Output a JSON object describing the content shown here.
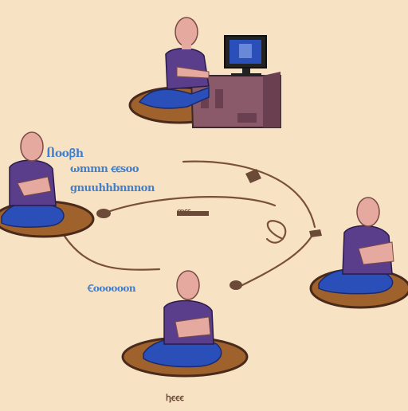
{
  "scene": {
    "background": "#f7e3c4",
    "colors": {
      "skin": "#e6a9a0",
      "robe": "#5a3e8c",
      "pants": "#2a4fb8",
      "mat": "#a0622c",
      "mat_edge": "#4a2a1a",
      "desk": "#8a5a6a",
      "rope": "#7a5038",
      "text": "#3f7fd0"
    },
    "icons": [
      "person-at-computer",
      "meditating-person",
      "computer-monitor",
      "desk",
      "rope-connector"
    ]
  },
  "labels": {
    "left_line1": "Ⴖooꞵh",
    "left_line2": "ωmmn ꞓꞓsoo",
    "left_line3": "gnuuhhbnnnon",
    "center_small": "ꝏꞓꞓ",
    "bottom_line": "Ꞓoooooon",
    "footer": "ꞕꞓꞓꞓ"
  }
}
